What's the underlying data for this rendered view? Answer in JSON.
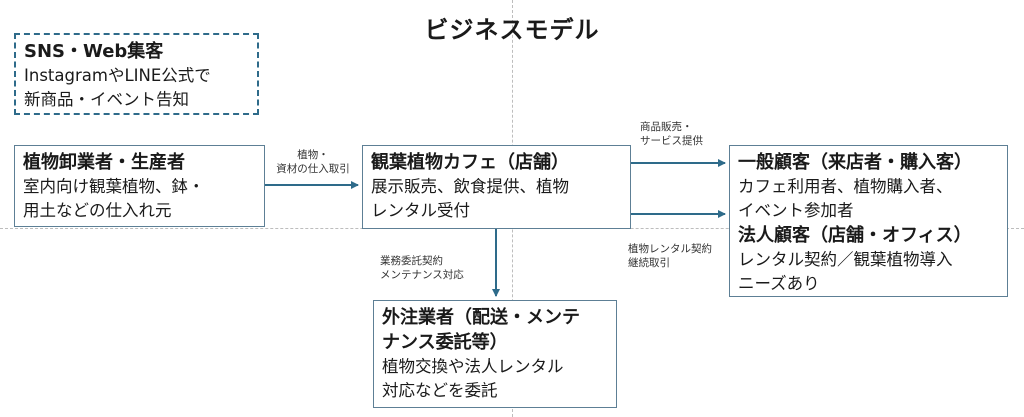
{
  "title": "ビジネスモデル",
  "sns": {
    "heading": "SNS・Web集客",
    "lines": [
      "InstagramやLINE公式で",
      "新商品・イベント告知"
    ]
  },
  "supplier": {
    "heading": "植物卸業者・生産者",
    "lines": [
      "室内向け観葉植物、鉢・",
      "用土などの仕入れ元"
    ]
  },
  "cafe": {
    "heading": "観葉植物カフェ（店舗）",
    "lines": [
      "展示販売、飲食提供、植物",
      "レンタル受付"
    ]
  },
  "general_customer": {
    "heading": "一般顧客（来店者・購入客）",
    "lines": [
      "カフェ利用者、植物購入者、",
      "イベント参加者"
    ]
  },
  "corporate_customer": {
    "heading": "法人顧客（店舗・オフィス）",
    "lines": [
      "レンタル契約／観葉植物導入",
      "ニーズあり"
    ]
  },
  "contractor": {
    "heading_lines": [
      "外注業者（配送・メンテ",
      "ナンス委託等）"
    ],
    "lines": [
      "植物交換や法人レンタル",
      "対応などを委託"
    ]
  },
  "edges": {
    "supply": [
      "植物・",
      "資材の仕入取引"
    ],
    "sales": [
      "商品販売・",
      "サービス提供"
    ],
    "rental": [
      "植物レンタル契約",
      "継続取引"
    ],
    "outsource": [
      "業務委託契約",
      "メンテナンス対応"
    ]
  },
  "colors": {
    "arrow": "#2e6b8a",
    "box_border": "#5d7f95",
    "dashed_border": "#2e6b8a"
  }
}
